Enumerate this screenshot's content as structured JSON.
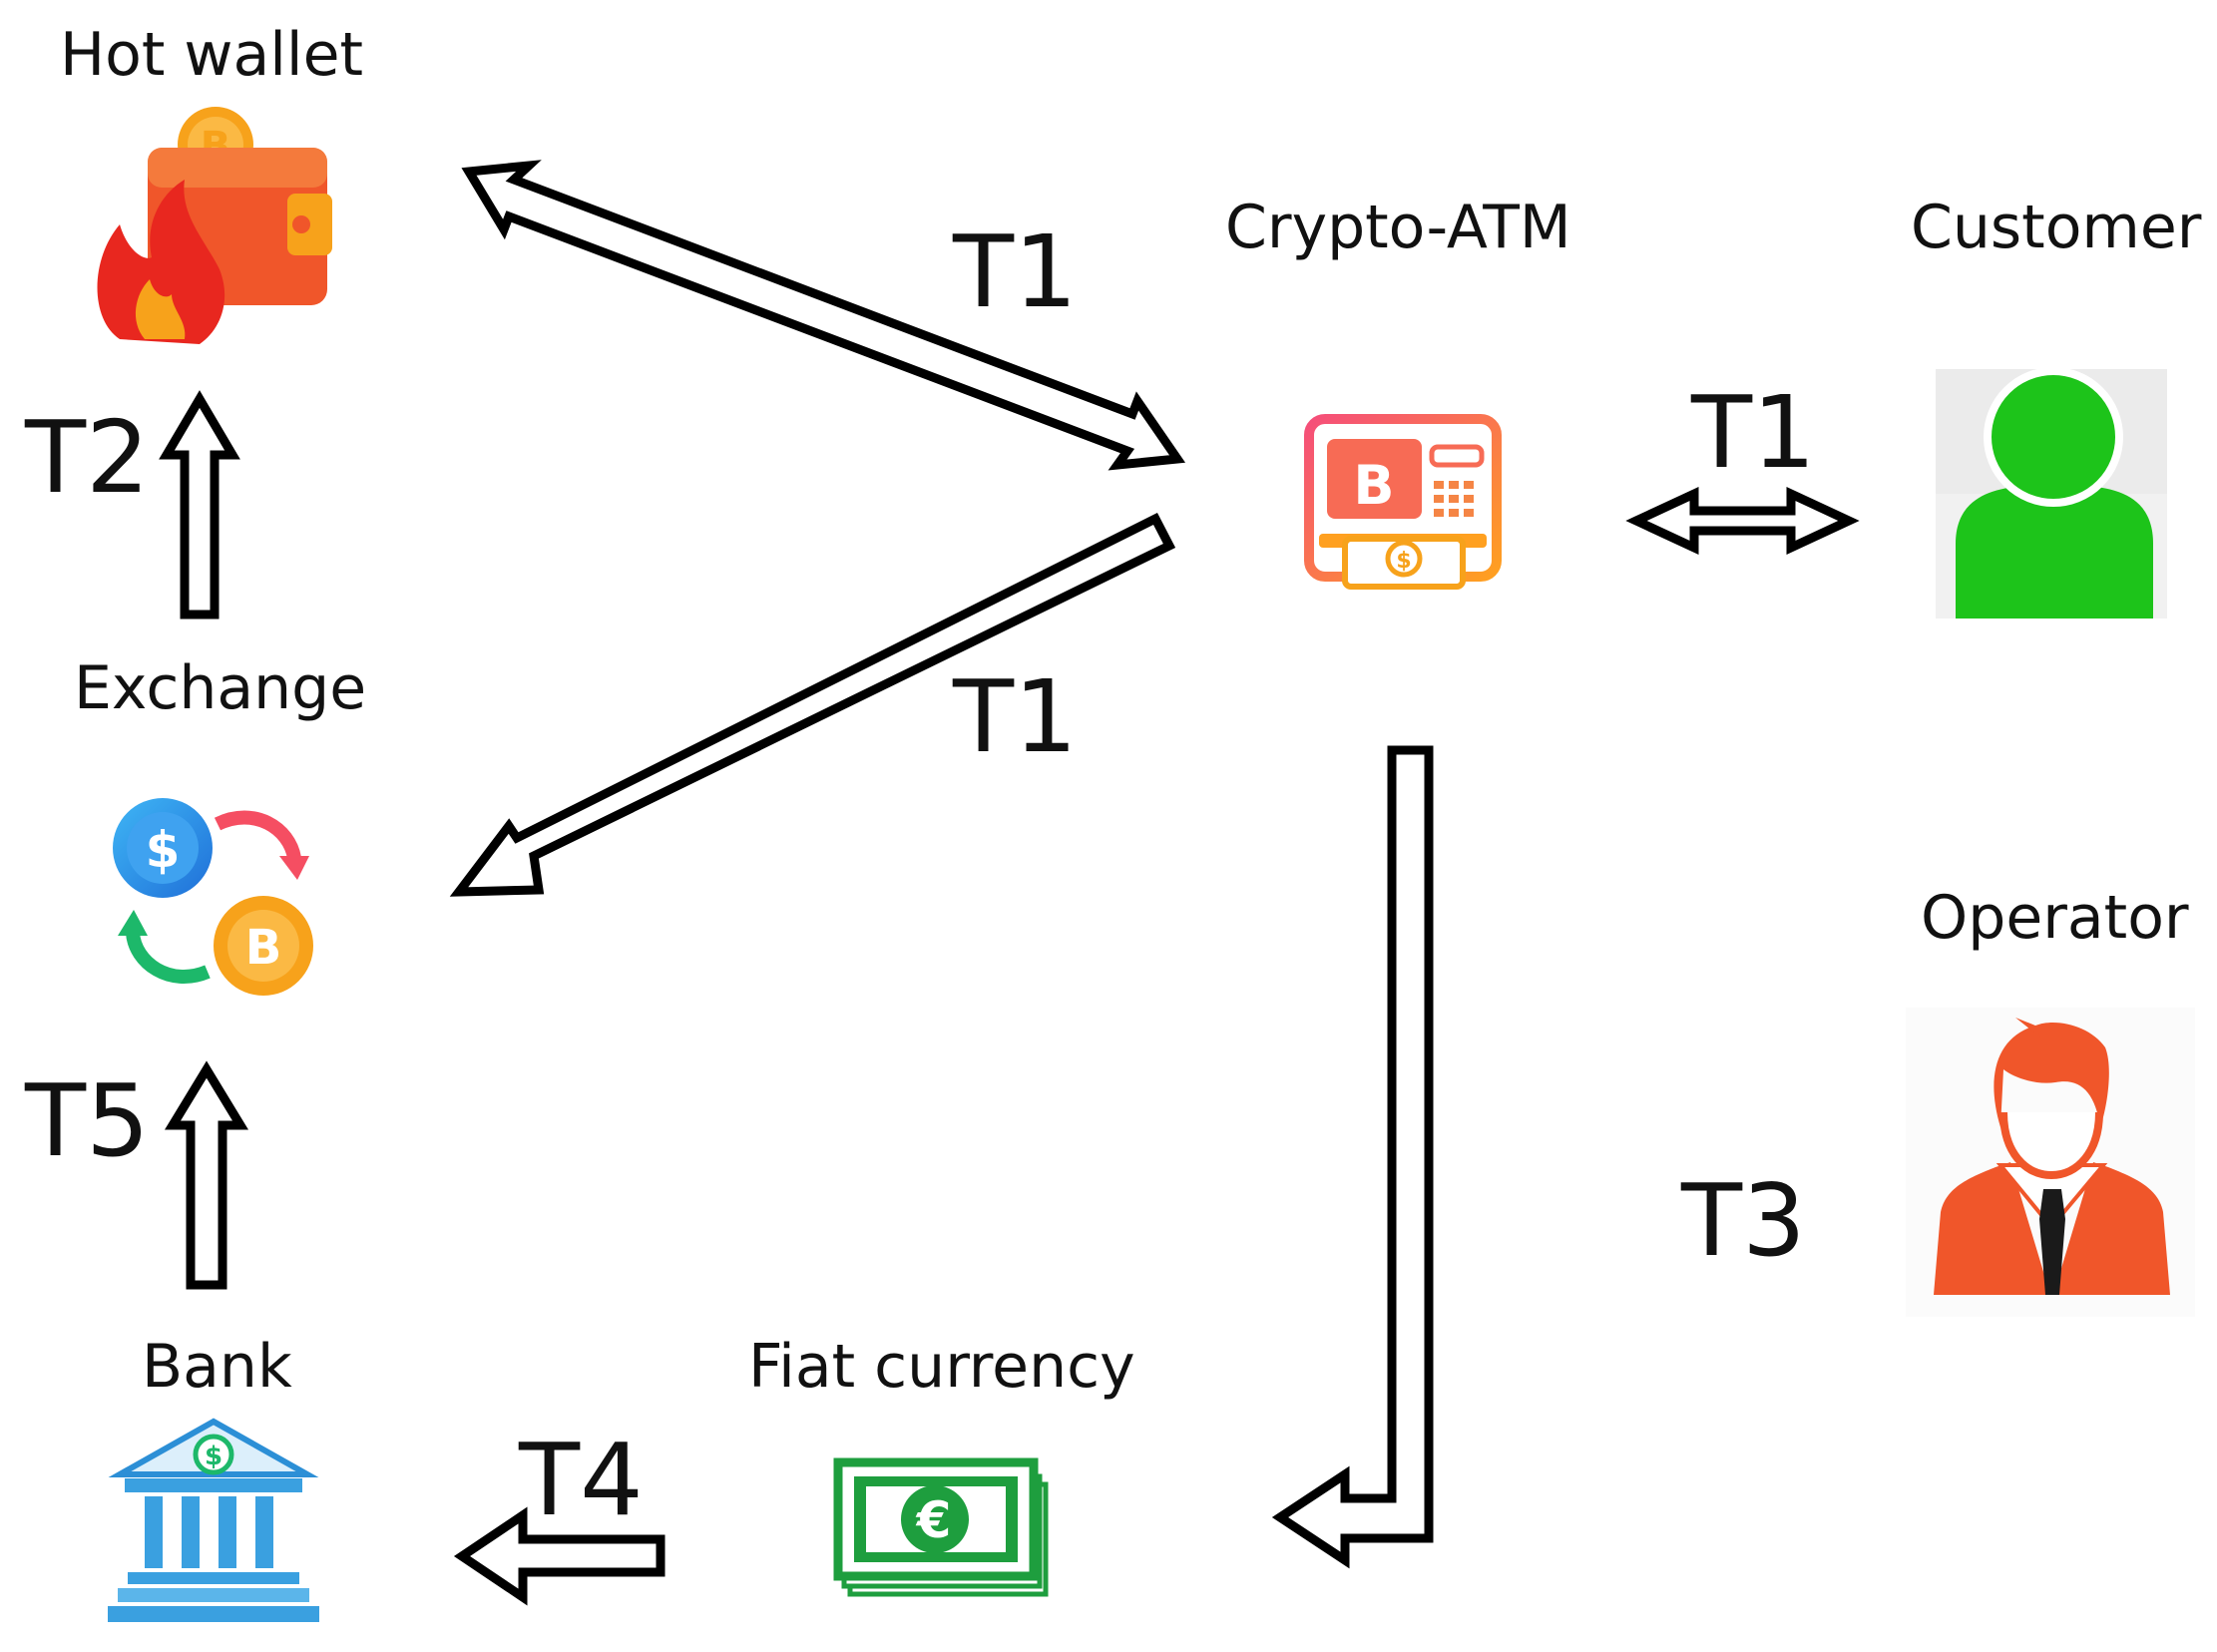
{
  "nodes": {
    "hot_wallet": "Hot wallet",
    "exchange": "Exchange",
    "bank": "Bank",
    "crypto_atm": "Crypto-ATM",
    "customer": "Customer",
    "operator": "Operator",
    "fiat_currency": "Fiat currency"
  },
  "flows": {
    "atm_hot_wallet": "T1",
    "atm_exchange": "T1",
    "atm_customer": "T1",
    "exchange_to_hot_wallet": "T2",
    "operator": "T3",
    "fiat_to_bank": "T4",
    "bank_to_exchange": "T5"
  },
  "colors": {
    "bitcoin": "#F7A21B",
    "wallet": "#F0562A",
    "flame": "#E8271F",
    "customer": "#1DC41A",
    "operator": "#F0562A",
    "money": "#1E9E3E",
    "bank": "#3AA0E0",
    "atm_gradient_start": "#F54E7A",
    "atm_gradient_end": "#FFA020"
  }
}
